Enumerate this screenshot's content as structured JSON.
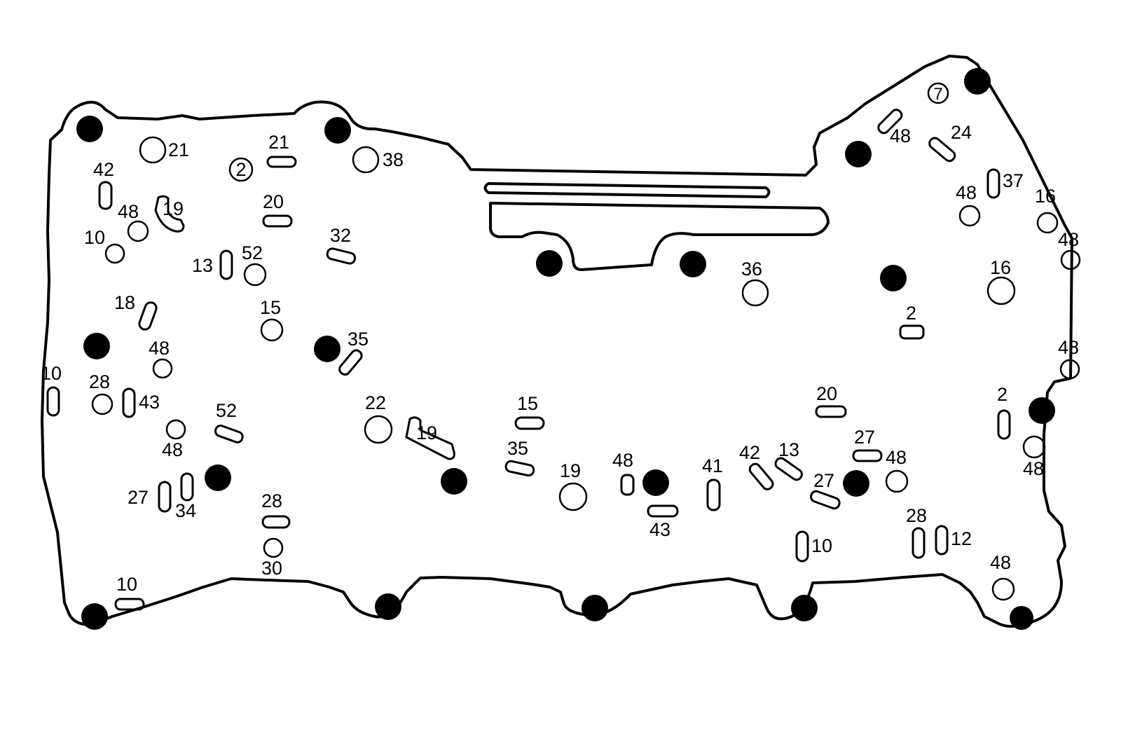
{
  "labels": {
    "l01": "21",
    "l02": "21",
    "l03": "38",
    "l04": "42",
    "l05": "20",
    "l06": "48",
    "l07": "19",
    "l08": "10",
    "l09": "32",
    "l10": "13",
    "l11": "52",
    "l12": "18",
    "l13": "15",
    "l14": "35",
    "l15": "48",
    "l16": "10",
    "l17": "28",
    "l18": "43",
    "l19": "52",
    "l20": "48",
    "l21": "27",
    "l22": "34",
    "l23": "28",
    "l24": "30",
    "l25": "10",
    "l26": "22",
    "l27": "19",
    "l28": "15",
    "l29": "35",
    "l30": "19",
    "l31": "48",
    "l32": "43",
    "l33": "41",
    "l34": "42",
    "l35": "13",
    "l36": "27",
    "l37": "36",
    "l38": "20",
    "l39": "27",
    "l40": "48",
    "l41": "10",
    "l42": "28",
    "l43": "12",
    "l44": "2",
    "l45": "2",
    "l46": "48",
    "l47": "48",
    "l48": "24",
    "l49": "48",
    "l50": "37",
    "l51": "16",
    "l52": "48",
    "l53": "16",
    "l54": "48",
    "l55": "48"
  },
  "circled_labels": {
    "c1": "2",
    "c2": "7"
  }
}
